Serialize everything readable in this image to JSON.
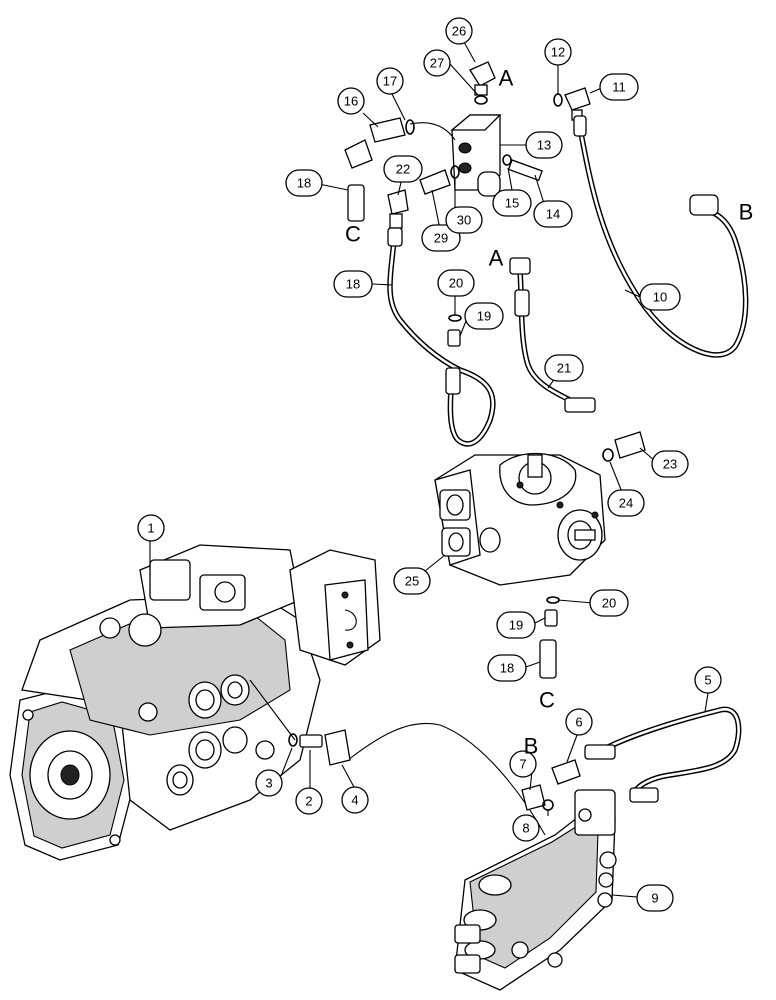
{
  "callouts": [
    {
      "label": "1"
    },
    {
      "label": "2"
    },
    {
      "label": "3"
    },
    {
      "label": "4"
    },
    {
      "label": "5"
    },
    {
      "label": "6"
    },
    {
      "label": "7"
    },
    {
      "label": "8"
    },
    {
      "label": "9"
    },
    {
      "label": "10"
    },
    {
      "label": "11"
    },
    {
      "label": "12"
    },
    {
      "label": "13"
    },
    {
      "label": "14"
    },
    {
      "label": "15"
    },
    {
      "label": "16"
    },
    {
      "label": "17"
    },
    {
      "label": "18"
    },
    {
      "label": "18"
    },
    {
      "label": "18"
    },
    {
      "label": "19"
    },
    {
      "label": "19"
    },
    {
      "label": "20"
    },
    {
      "label": "20"
    },
    {
      "label": "21"
    },
    {
      "label": "22"
    },
    {
      "label": "23"
    },
    {
      "label": "24"
    },
    {
      "label": "25"
    },
    {
      "label": "26"
    },
    {
      "label": "27"
    },
    {
      "label": "29"
    },
    {
      "label": "30"
    }
  ],
  "connection_letters": [
    {
      "label": "A"
    },
    {
      "label": "A"
    },
    {
      "label": "B"
    },
    {
      "label": "B"
    },
    {
      "label": "C"
    },
    {
      "label": "C"
    }
  ]
}
